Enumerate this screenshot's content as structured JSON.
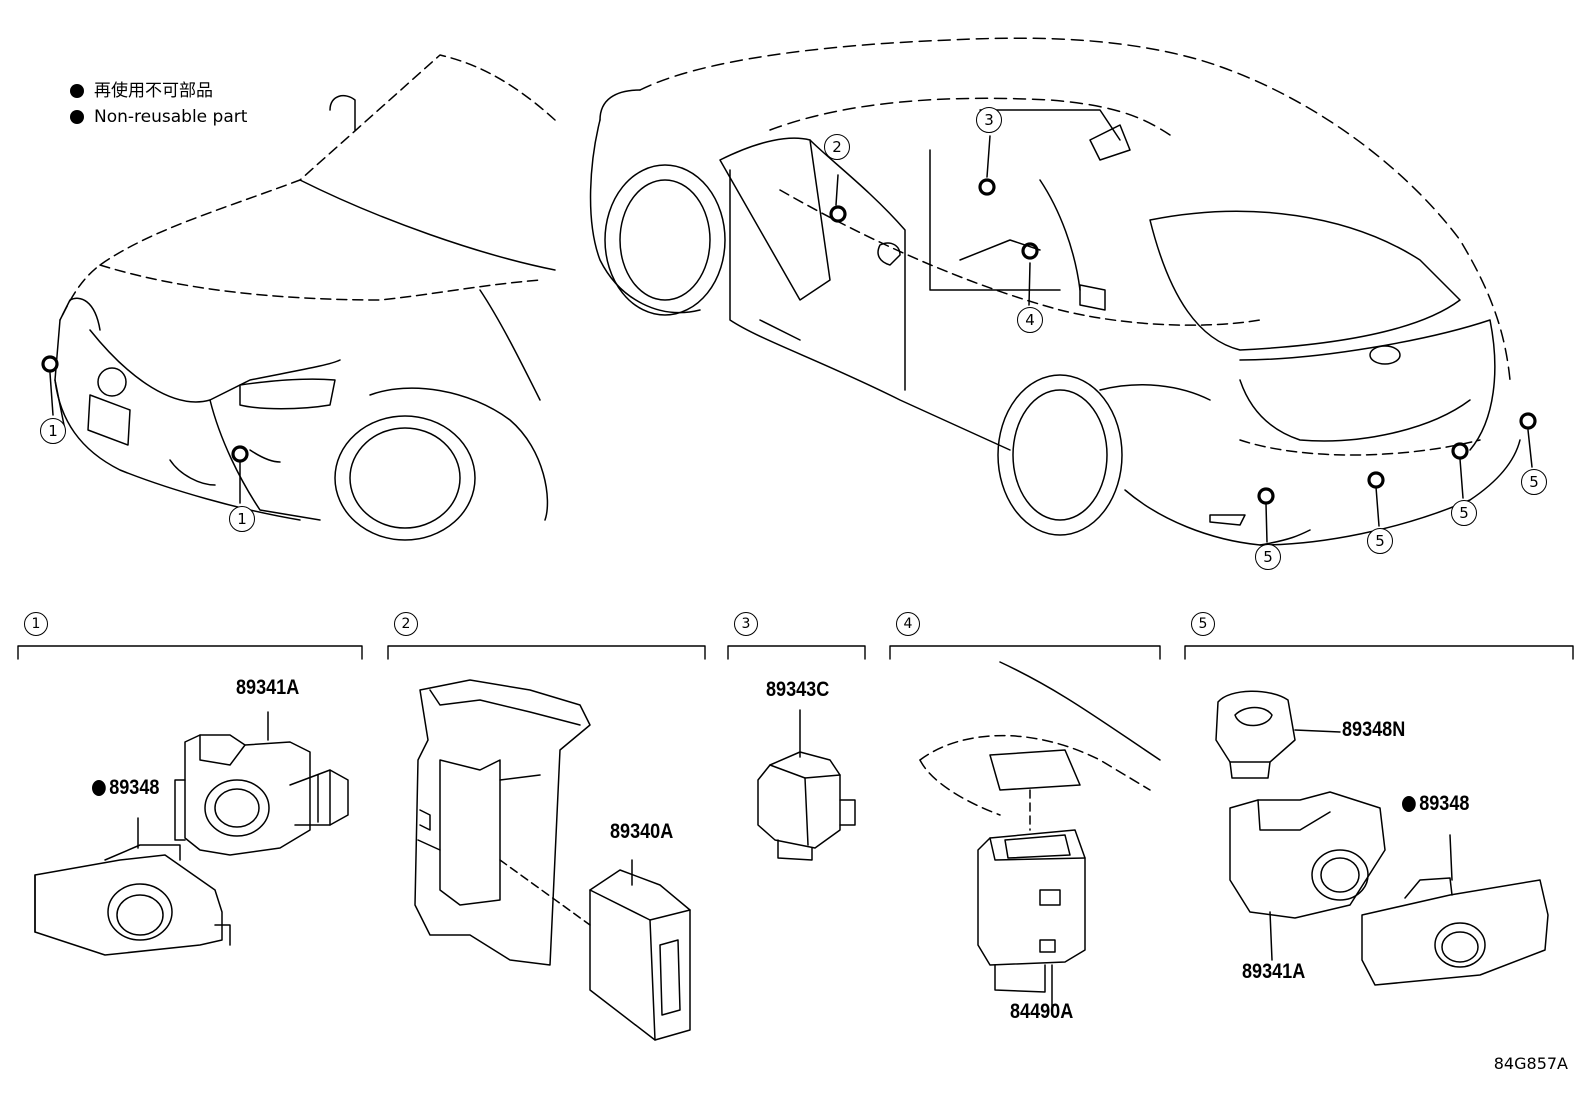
{
  "legend": {
    "jp_text": "再使用不可部品",
    "en_text": "Non-reusable part"
  },
  "callouts": {
    "c1": "1",
    "c2": "2",
    "c3": "3",
    "c4": "4",
    "c5": "5"
  },
  "sections": [
    {
      "number": "1"
    },
    {
      "number": "2"
    },
    {
      "number": "3"
    },
    {
      "number": "4"
    },
    {
      "number": "5"
    }
  ],
  "parts": {
    "s1_sensor": "89341A",
    "s1_retainer": "89348",
    "s2_ecu": "89340A",
    "s3_part": "89343C",
    "s4_switch": "84490A",
    "s5_cover": "89348N",
    "s5_retainer": "89348",
    "s5_sensor": "89341A"
  },
  "diagram_id": "84G857A",
  "colors": {
    "line": "#000000",
    "background": "#ffffff"
  }
}
